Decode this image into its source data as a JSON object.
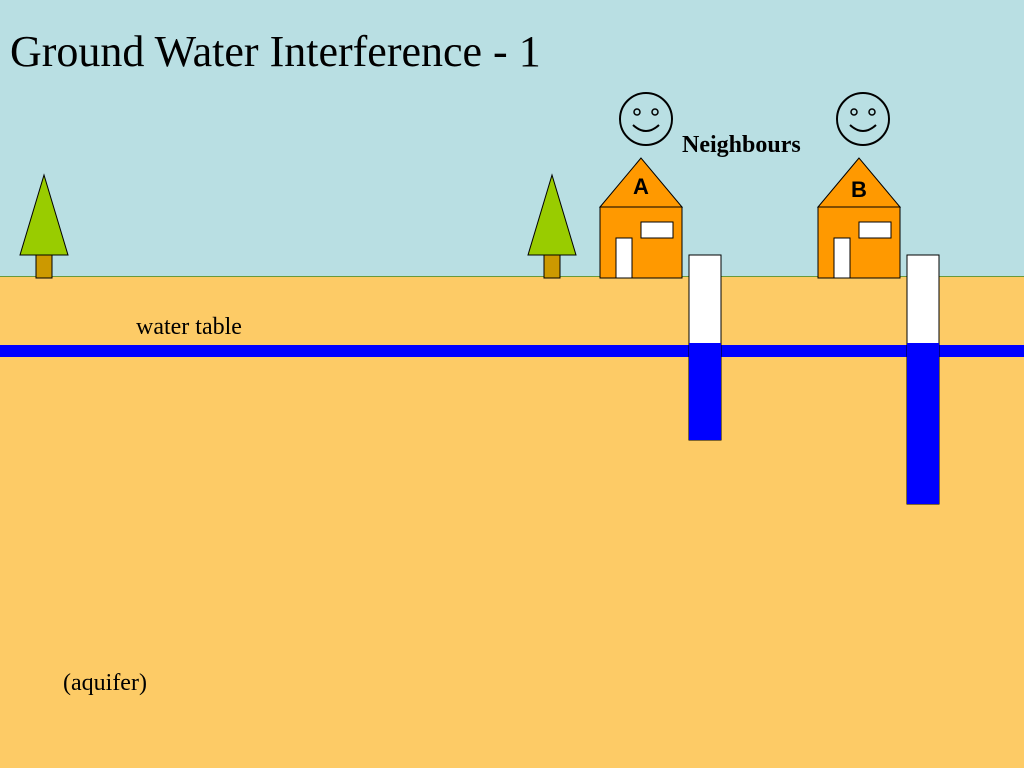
{
  "slide": {
    "title": "Ground Water Interference - 1",
    "neighbours_label": "Neighbours",
    "water_table_label": "water table",
    "aquifer_label": "(aquifer)",
    "houses": [
      {
        "letter": "A"
      },
      {
        "letter": "B"
      }
    ]
  },
  "colors": {
    "sky": "#b9dfe3",
    "ground": "#fdcb66",
    "water": "#0000ff",
    "house": "#ff9900",
    "tree_foliage": "#99cc00",
    "tree_trunk": "#cc9900",
    "well_casing": "#ffffff",
    "outline": "#000000"
  },
  "icons": {
    "face": "smiley-face-icon",
    "tree": "tree-icon",
    "house": "house-icon"
  }
}
